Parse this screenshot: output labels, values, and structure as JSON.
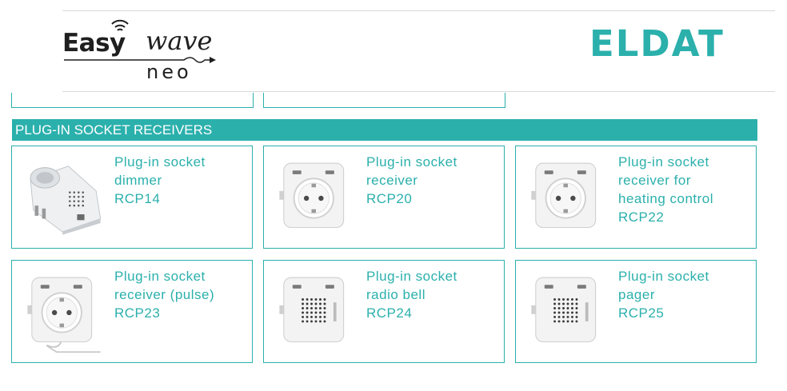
{
  "brand": {
    "left_logo": {
      "word1": "Easy",
      "word2": "wave",
      "word3": "neo"
    },
    "right_logo": "ELDAT"
  },
  "section": {
    "title": "PLUG-IN SOCKET RECEIVERS"
  },
  "colors": {
    "accent": "#2bb0ac"
  },
  "products": [
    {
      "lines": [
        "Plug-in socket",
        "dimmer"
      ],
      "model": "RCP14",
      "icon": "plug-dimmer-image"
    },
    {
      "lines": [
        "Plug-in socket",
        "receiver"
      ],
      "model": "RCP20",
      "icon": "socket-receiver-image"
    },
    {
      "lines": [
        "Plug-in socket",
        "receiver for",
        "heating control"
      ],
      "model": "RCP22",
      "icon": "socket-heating-image"
    },
    {
      "lines": [
        "Plug-in socket",
        "receiver (pulse)"
      ],
      "model": "RCP23",
      "icon": "socket-pulse-image"
    },
    {
      "lines": [
        "Plug-in socket",
        "radio bell"
      ],
      "model": "RCP24",
      "icon": "radio-bell-image"
    },
    {
      "lines": [
        "Plug-in socket",
        "pager"
      ],
      "model": "RCP25",
      "icon": "pager-image"
    }
  ]
}
